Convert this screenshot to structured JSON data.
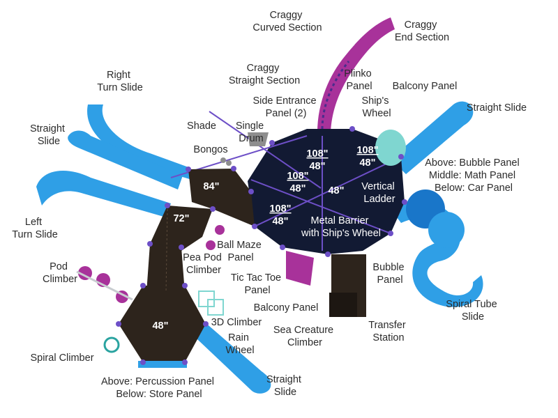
{
  "colors": {
    "slide": "#2f9fe6",
    "slide_dark": "#1976c9",
    "deck_dark": "#121a33",
    "deck_brown": "#2d241c",
    "pod_purple": "#a8329a",
    "roof_teal": "#7fd6d0",
    "post": "#6d4fc7"
  },
  "labels": {
    "craggy_curved": [
      "Craggy",
      "Curved Section"
    ],
    "craggy_end": [
      "Craggy",
      "End Section"
    ],
    "craggy_straight": [
      "Craggy",
      "Straight Section"
    ],
    "plinko": [
      "Plinko",
      "Panel"
    ],
    "balcony_top": [
      "Balcony Panel"
    ],
    "side_entrance": [
      "Side Entrance",
      "Panel (2)"
    ],
    "ships_wheel": [
      "Ship's",
      "Wheel"
    ],
    "straight_slide_right": [
      "Straight Slide"
    ],
    "right_turn": [
      "Right",
      "Turn Slide"
    ],
    "straight_left": [
      "Straight",
      "Slide"
    ],
    "shade": [
      "Shade"
    ],
    "single_drum": [
      "Single",
      "Drum"
    ],
    "bongos": [
      "Bongos"
    ],
    "bubble_math_car": [
      "Above: Bubble Panel",
      "Middle: Math Panel",
      "Below: Car Panel"
    ],
    "vertical_ladder": [
      "Vertical",
      "Ladder"
    ],
    "metal_barrier": [
      "Metal Barrier",
      "with Ship's Wheel"
    ],
    "left_turn": [
      "Left",
      "Turn Slide"
    ],
    "ball_maze": [
      "Ball Maze",
      "Panel"
    ],
    "pea_pod": [
      "Pea Pod",
      "Climber"
    ],
    "pod_climber": [
      "Pod",
      "Climber"
    ],
    "tic_tac_toe": [
      "Tic Tac Toe",
      "Panel"
    ],
    "bubble_panel": [
      "Bubble",
      "Panel"
    ],
    "balcony_bottom": [
      "Balcony Panel"
    ],
    "spiral_tube": [
      "Spiral Tube",
      "Slide"
    ],
    "three_d_climber": [
      "3D Climber"
    ],
    "sea_creature": [
      "Sea Creature",
      "Climber"
    ],
    "transfer_station": [
      "Transfer",
      "Station"
    ],
    "rain_wheel": [
      "Rain",
      "Wheel"
    ],
    "spiral_climber": [
      "Spiral Climber"
    ],
    "straight_slide_bottom": [
      "Straight",
      "Slide"
    ],
    "percussion_store": [
      "Above: Percussion Panel",
      "Below: Store Panel"
    ]
  },
  "dimensions": {
    "d84": "84\"",
    "d72": "72\"",
    "d48_hex": "48\"",
    "deck_a_top": "108\"",
    "deck_a_bottom": "48\"",
    "deck_b_top": "108\"",
    "deck_b_bottom": "48\"",
    "deck_c_top": "108\"",
    "deck_c_bottom": "48\"",
    "deck_d_top": "108\"",
    "deck_d_bottom": "48\"",
    "deck_center": "48\""
  }
}
